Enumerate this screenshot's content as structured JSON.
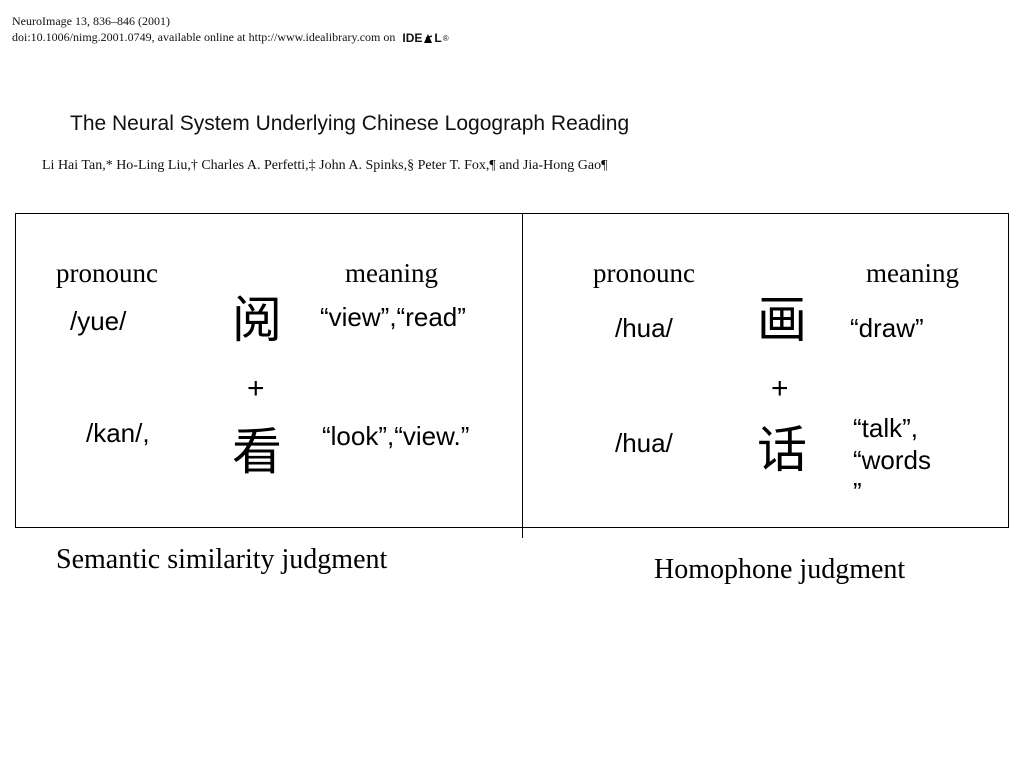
{
  "header": {
    "journal_line": "NeuroImage 13, 836–846 (2001)",
    "doi_line": "doi:10.1006/nimg.2001.0749, available online at http://www.idealibrary.com on",
    "logo_text": "IDE",
    "logo_suffix": "L",
    "logo_reg": "®"
  },
  "paper": {
    "title": "The Neural System Underlying Chinese Logograph Reading",
    "authors": "Li Hai Tan,* Ho-Ling Liu,† Charles A. Perfetti,‡ John A. Spinks,§ Peter T. Fox,¶ and Jia-Hong Gao¶"
  },
  "figure": {
    "left": {
      "pronounce_head": "pronounc",
      "meaning_head": "meaning",
      "top_pron": "/yue/",
      "top_char": "阅",
      "top_meaning": "“view”,“read”",
      "plus": "+",
      "bottom_pron": "/kan/,",
      "bottom_char": "看",
      "bottom_meaning": "“look”,“view.”",
      "caption": "Semantic similarity judgment"
    },
    "right": {
      "pronounce_head": "pronounc",
      "meaning_head": "meaning",
      "top_pron": "/hua/",
      "top_char": "画",
      "top_meaning": "“draw”",
      "plus": "+",
      "bottom_pron": "/hua/",
      "bottom_char": "话",
      "bottom_meaning_line1": "“talk”,",
      "bottom_meaning_line2": "“words",
      "bottom_meaning_line3": "”",
      "caption": "Homophone judgment"
    }
  }
}
